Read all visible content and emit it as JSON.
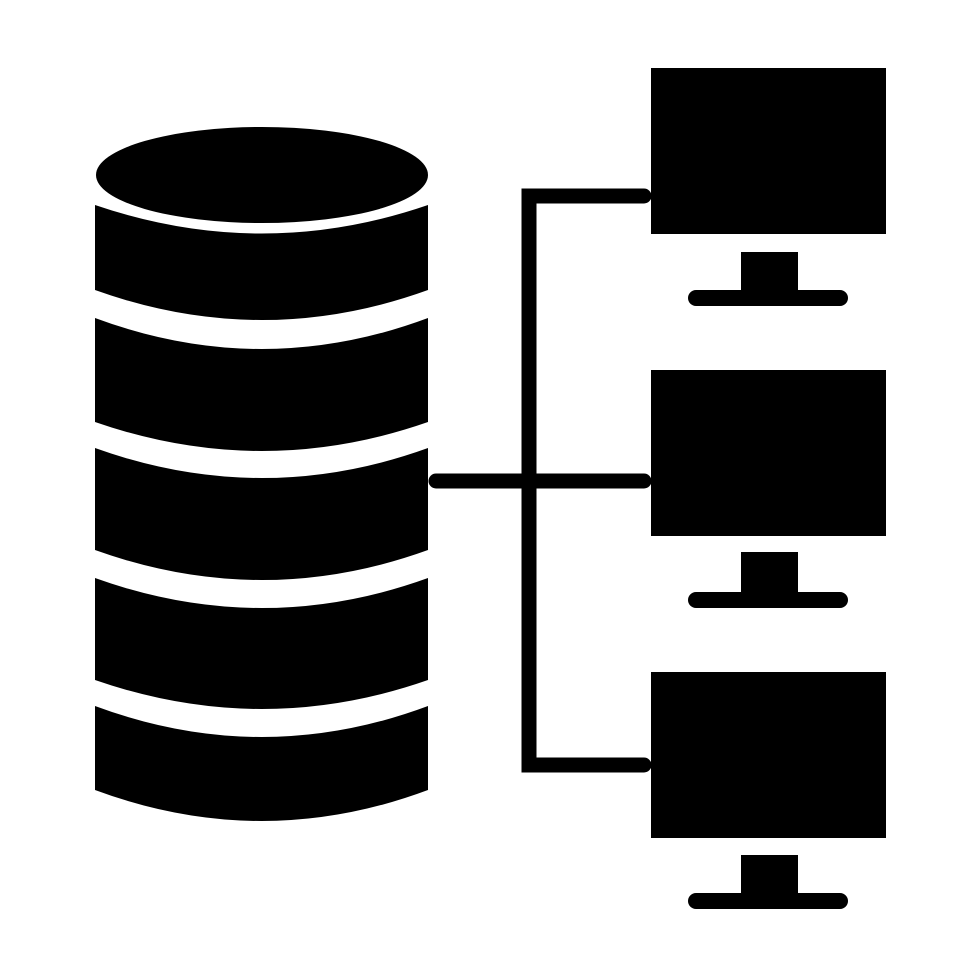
{
  "icon": {
    "name": "database-network-icon",
    "foreground": "#000000",
    "background": "#ffffff",
    "database": {
      "name": "database-icon",
      "layers": 5
    },
    "monitors": [
      {
        "name": "monitor-icon-1"
      },
      {
        "name": "monitor-icon-2"
      },
      {
        "name": "monitor-icon-3"
      }
    ]
  }
}
